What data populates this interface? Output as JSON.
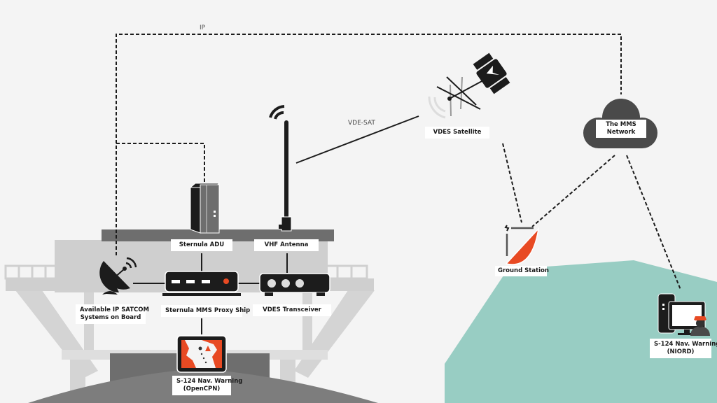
{
  "diagram": {
    "title": "Sternula MMS / VDES S-124 Navigational Warning Architecture",
    "colors": {
      "background": "#f4f4f4",
      "accent_orange": "#e84a23",
      "dark": "#1c1c1c",
      "ship_light": "#cfcfcf",
      "ship_dark": "#6e6e6e",
      "land": "#98cdc3",
      "cloud": "#4a4a4a"
    },
    "links": {
      "ip_label": "IP",
      "vde_sat_label": "VDE-SAT"
    },
    "nodes": {
      "satcom": {
        "label_line1": "Available IP SATCOM",
        "label_line2": "Systems on Board",
        "icon": "satellite-dish-icon"
      },
      "adu": {
        "label": "Sternula ADU",
        "icon": "adu-unit-icon"
      },
      "vhf_antenna": {
        "label": "VHF Antenna",
        "icon": "vhf-antenna-icon"
      },
      "proxy": {
        "label": "Sternula MMS Proxy Ship",
        "icon": "router-icon"
      },
      "transceiver": {
        "label": "VDES Transceiver",
        "icon": "transceiver-icon"
      },
      "opencpn": {
        "label_line1": "S-124 Nav. Warning",
        "label_line2": "(OpenCPN)",
        "icon": "chart-display-icon"
      },
      "satellite": {
        "label": "VDES Satellite",
        "icon": "satellite-icon"
      },
      "mms_network": {
        "label_line1": "The MMS",
        "label_line2": "Network",
        "icon": "cloud-icon"
      },
      "ground_station": {
        "label": "Ground Station",
        "icon": "ground-dish-icon"
      },
      "niord": {
        "label_line1": "S-124 Nav. Warning",
        "label_line2": "(NIORD)",
        "icon": "computer-officer-icon"
      }
    }
  }
}
